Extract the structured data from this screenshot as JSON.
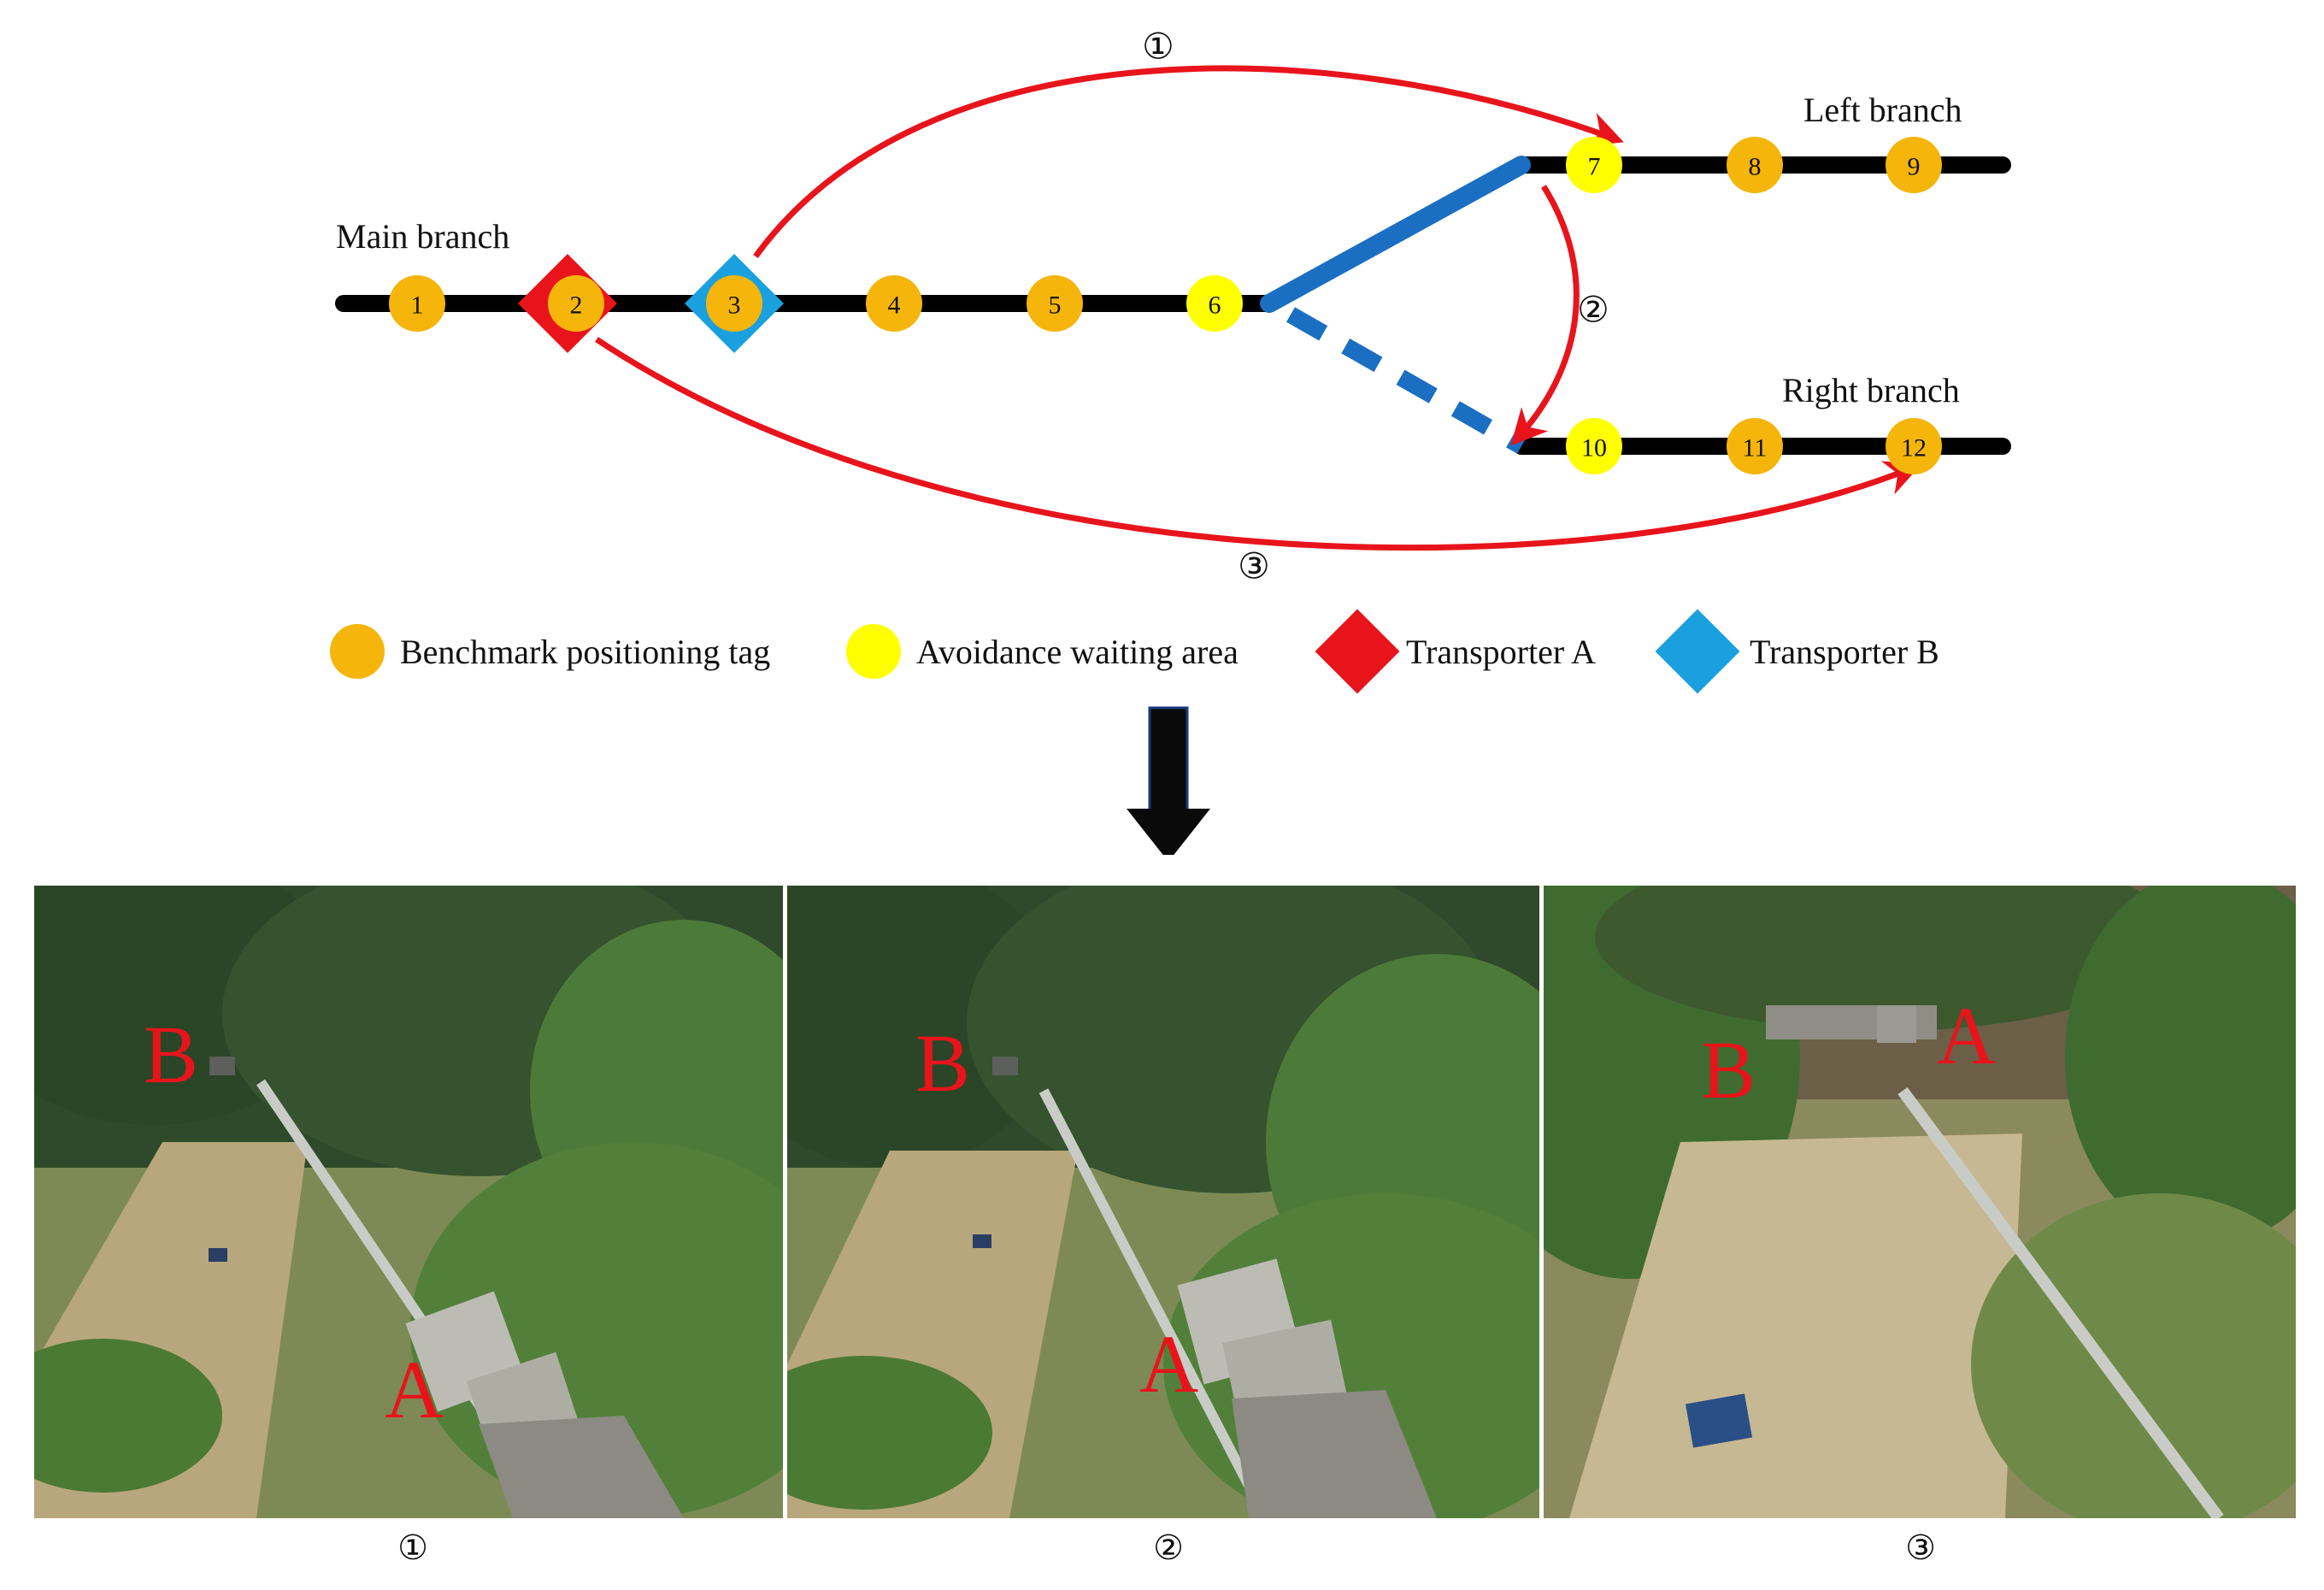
{
  "diagram": {
    "branch_labels": {
      "main": "Main branch",
      "left": "Left branch",
      "right": "Right branch"
    },
    "main_tags": [
      {
        "num": "1",
        "kind": "benchmark"
      },
      {
        "num": "2",
        "kind": "benchmark"
      },
      {
        "num": "3",
        "kind": "benchmark"
      },
      {
        "num": "4",
        "kind": "benchmark"
      },
      {
        "num": "5",
        "kind": "benchmark"
      },
      {
        "num": "6",
        "kind": "avoidance"
      }
    ],
    "left_tags": [
      {
        "num": "7",
        "kind": "avoidance"
      },
      {
        "num": "8",
        "kind": "benchmark"
      },
      {
        "num": "9",
        "kind": "benchmark"
      }
    ],
    "right_tags": [
      {
        "num": "10",
        "kind": "avoidance"
      },
      {
        "num": "11",
        "kind": "benchmark"
      },
      {
        "num": "12",
        "kind": "benchmark"
      }
    ],
    "routes": [
      "①",
      "②",
      "③"
    ],
    "colors": {
      "benchmark": "#f5b50a",
      "avoidance": "#ffff00",
      "transporter_a": "#e8141c",
      "transporter_b": "#1aa0df",
      "route": "#e8141c",
      "switch": "#1b6fc2",
      "track": "#000000"
    }
  },
  "legend": {
    "benchmark": "Benchmark positioning tag",
    "avoidance": "Avoidance waiting area",
    "transporter_a": "Transporter A",
    "transporter_b": "Transporter B"
  },
  "photos": [
    {
      "caption": "①",
      "label_b": "B",
      "label_a": "A"
    },
    {
      "caption": "②",
      "label_b": "B",
      "label_a": "A"
    },
    {
      "caption": "③",
      "label_b": "B",
      "label_a": "A"
    }
  ]
}
